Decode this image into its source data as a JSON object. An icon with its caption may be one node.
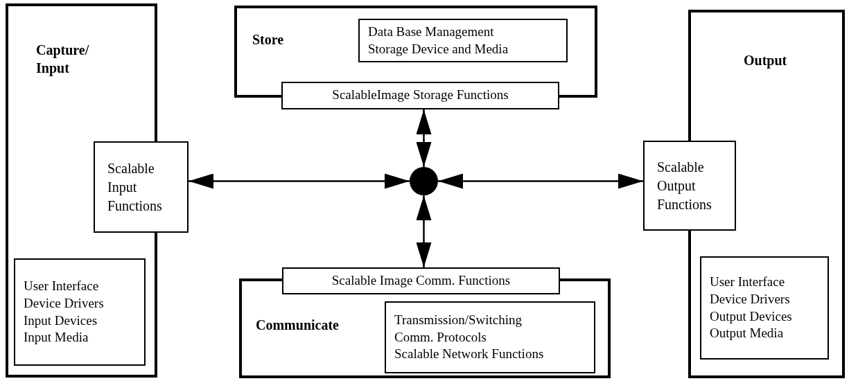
{
  "diagram": {
    "nodes": [
      {
        "text": [
          "Capture/ Input"
        ]
      },
      {
        "text": [
          "Scalable Input Functions"
        ]
      },
      {
        "text": [
          "User Interface",
          "Device Drivers",
          "Input Devices",
          "Input Media"
        ],
        "in": 0
      },
      {
        "text": [
          "Store"
        ]
      },
      {
        "text": [
          "Data Base Management",
          "Storage Device and Media"
        ],
        "in": 3
      },
      {
        "text": [
          "ScalableImage Storage Functions"
        ]
      },
      {
        "text": [],
        "shape": "circle"
      },
      {
        "text": [
          "Scalable Image Comm. Functions"
        ]
      },
      {
        "text": [
          "Communicate"
        ]
      },
      {
        "text": [
          "Transmission/Switching",
          "Comm. Protocols",
          "Scalable Network Functions"
        ],
        "in": 8
      },
      {
        "text": [
          "Output"
        ]
      },
      {
        "text": [
          "Scalable Output Functions"
        ]
      },
      {
        "text": [
          "User Interface",
          "Device Drivers",
          "Output Devices",
          "Output Media"
        ],
        "in": 10
      }
    ],
    "edges": [
      {
        "from": 1,
        "to": 6,
        "arrow": "both"
      },
      {
        "from": 5,
        "to": 6,
        "arrow": "both"
      },
      {
        "from": 6,
        "to": 7,
        "arrow": "both"
      },
      {
        "from": 6,
        "to": 11,
        "arrow": "both"
      }
    ]
  }
}
